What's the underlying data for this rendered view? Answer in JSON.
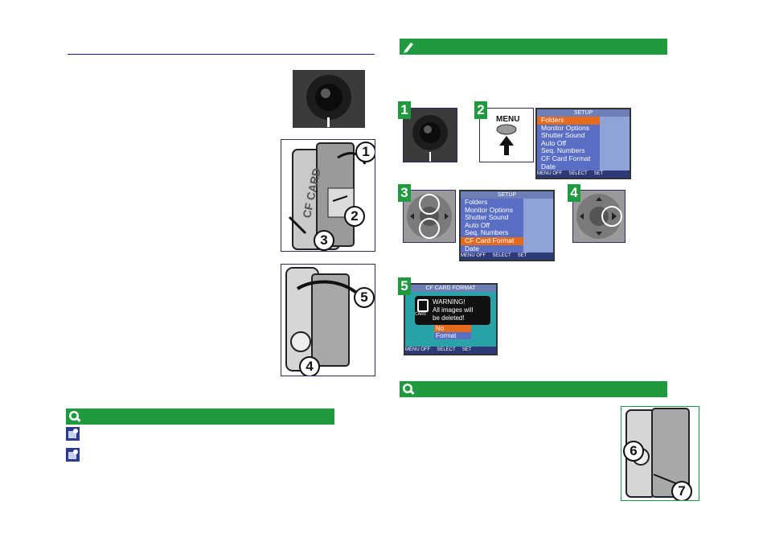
{
  "left": {
    "cf_card_label": "CF CARD",
    "callouts": [
      "1",
      "2",
      "3",
      "4",
      "5"
    ]
  },
  "right": {
    "steps": [
      "1",
      "2",
      "3",
      "4",
      "5"
    ],
    "menu_button_label": "MENU",
    "setup_menu": {
      "title": "SETUP",
      "items": [
        "Folders",
        "Monitor Options",
        "Shutter Sound",
        "Auto Off",
        "Seq. Numbers",
        "CF Card Format",
        "Date"
      ],
      "footer": [
        "MENU OFF",
        "SELECT",
        "SET"
      ]
    },
    "format_screen": {
      "title": "CF CARD FORMAT",
      "card_icon_label": "CARD",
      "warning_lines": [
        "WARNING!",
        "All images will",
        "be deleted!"
      ],
      "options": [
        "No",
        "Format"
      ],
      "footer": [
        "MENU OFF",
        "SELECT",
        "SET"
      ]
    },
    "callouts": [
      "6",
      "7"
    ]
  },
  "colors": {
    "accent_green": "#1f9a3e",
    "rule_navy": "#1a1a7a",
    "menu_highlight": "#e46b1c",
    "lcd_blue": "#5a6ec4",
    "warning_teal": "#2aa3a8"
  }
}
